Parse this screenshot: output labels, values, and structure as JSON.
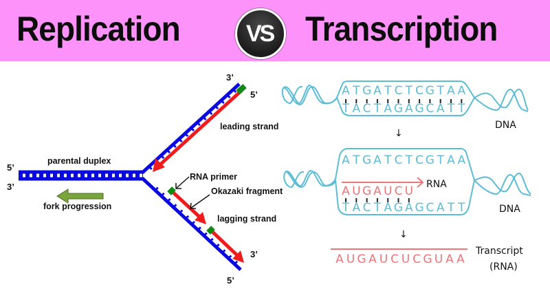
{
  "header": {
    "left_title": "Replication",
    "vs_label": "VS",
    "right_title": "Transcription",
    "background_color": "#fd92fa"
  },
  "replication": {
    "labels": {
      "parental_duplex": "parental duplex",
      "fork_progression": "fork progression",
      "leading_strand": "leading strand",
      "rna_primer": "RNA primer",
      "okazaki_fragment": "Okazaki fragment",
      "lagging_strand": "lagging strand"
    },
    "ends": {
      "parental_top": "5’",
      "parental_bottom": "3’",
      "leading_template_end": "3’",
      "leading_new_end": "5’",
      "lagging_new_end": "3’",
      "lagging_template_end": "5’"
    },
    "colors": {
      "template": "#0a0adf",
      "new_strand": "#ee1c1c",
      "primer": "#118a11",
      "arrow": "#7aa53c"
    }
  },
  "transcription": {
    "step1": {
      "coding_strand": [
        "A",
        "T",
        "G",
        "A",
        "T",
        "C",
        "T",
        "C",
        "G",
        "T",
        "A",
        "A"
      ],
      "template_strand": [
        "T",
        "A",
        "C",
        "T",
        "A",
        "G",
        "A",
        "G",
        "C",
        "A",
        "T",
        "T"
      ],
      "label": "DNA"
    },
    "step2": {
      "coding_strand": [
        "A",
        "T",
        "G",
        "A",
        "T",
        "C",
        "T",
        "C",
        "G",
        "T",
        "A",
        "A"
      ],
      "rna_partial": [
        "A",
        "U",
        "G",
        "A",
        "U",
        "C",
        "U"
      ],
      "template_strand": [
        "T",
        "A",
        "C",
        "T",
        "A",
        "G",
        "A",
        "G",
        "C",
        "A",
        "T",
        "T"
      ],
      "rna_label": "RNA",
      "label": "DNA"
    },
    "step3": {
      "transcript": [
        "A",
        "U",
        "G",
        "A",
        "U",
        "C",
        "U",
        "C",
        "G",
        "U",
        "A",
        "A"
      ],
      "label_line1": "Transcript",
      "label_line2": "(RNA)"
    },
    "step_arrow": "↓",
    "colors": {
      "dna": "#5bbcd6",
      "rna": "#ee7478"
    }
  }
}
